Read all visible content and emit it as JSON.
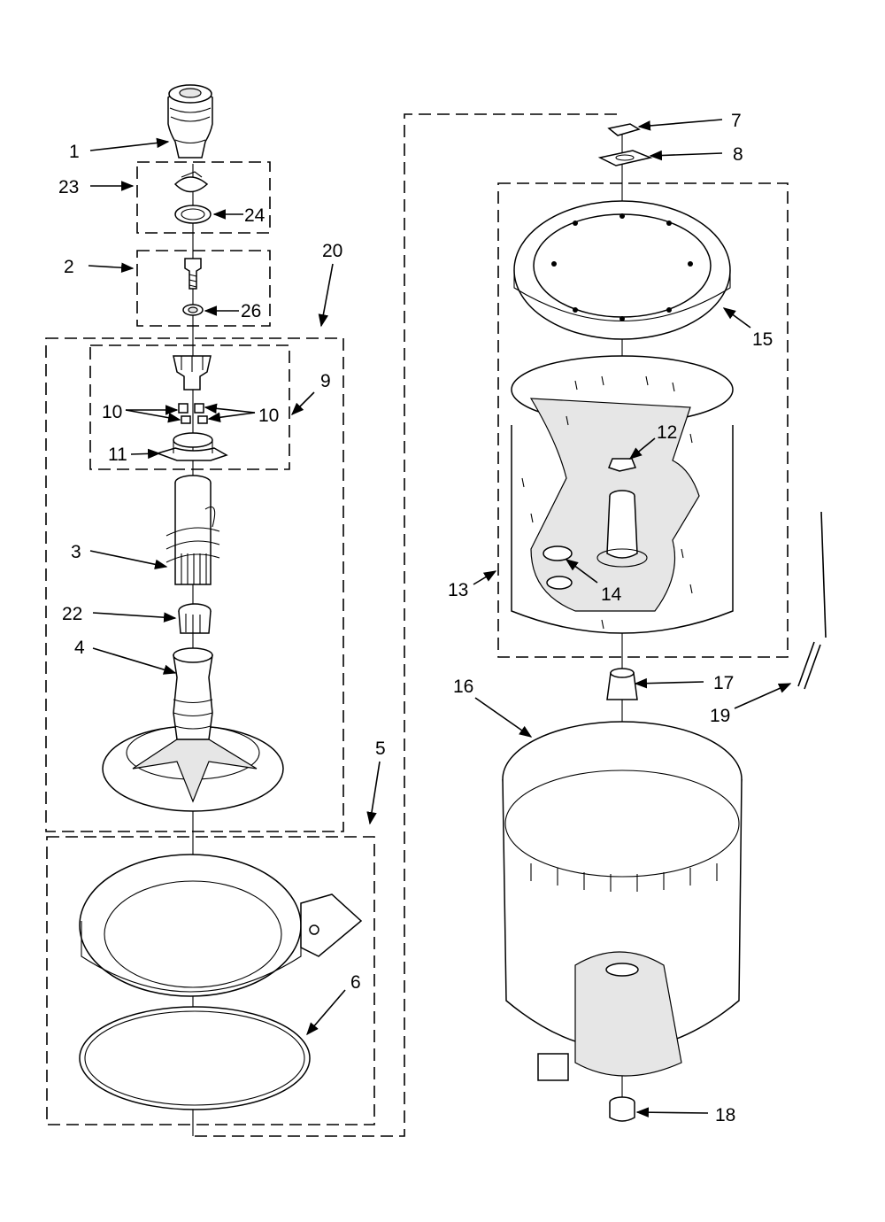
{
  "callouts": {
    "c1": "1",
    "c2": "2",
    "c3": "3",
    "c4": "4",
    "c5": "5",
    "c6": "6",
    "c7": "7",
    "c8": "8",
    "c9": "9",
    "c10a": "10",
    "c10b": "10",
    "c11": "11",
    "c12": "12",
    "c13": "13",
    "c14": "14",
    "c15": "15",
    "c16": "16",
    "c17": "17",
    "c18": "18",
    "c19": "19",
    "c20": "20",
    "c22": "22",
    "c23": "23",
    "c24": "24",
    "c26": "26"
  },
  "colors": {
    "ink": "#000000",
    "paper": "#ffffff",
    "shade": "#e6e6e6"
  }
}
